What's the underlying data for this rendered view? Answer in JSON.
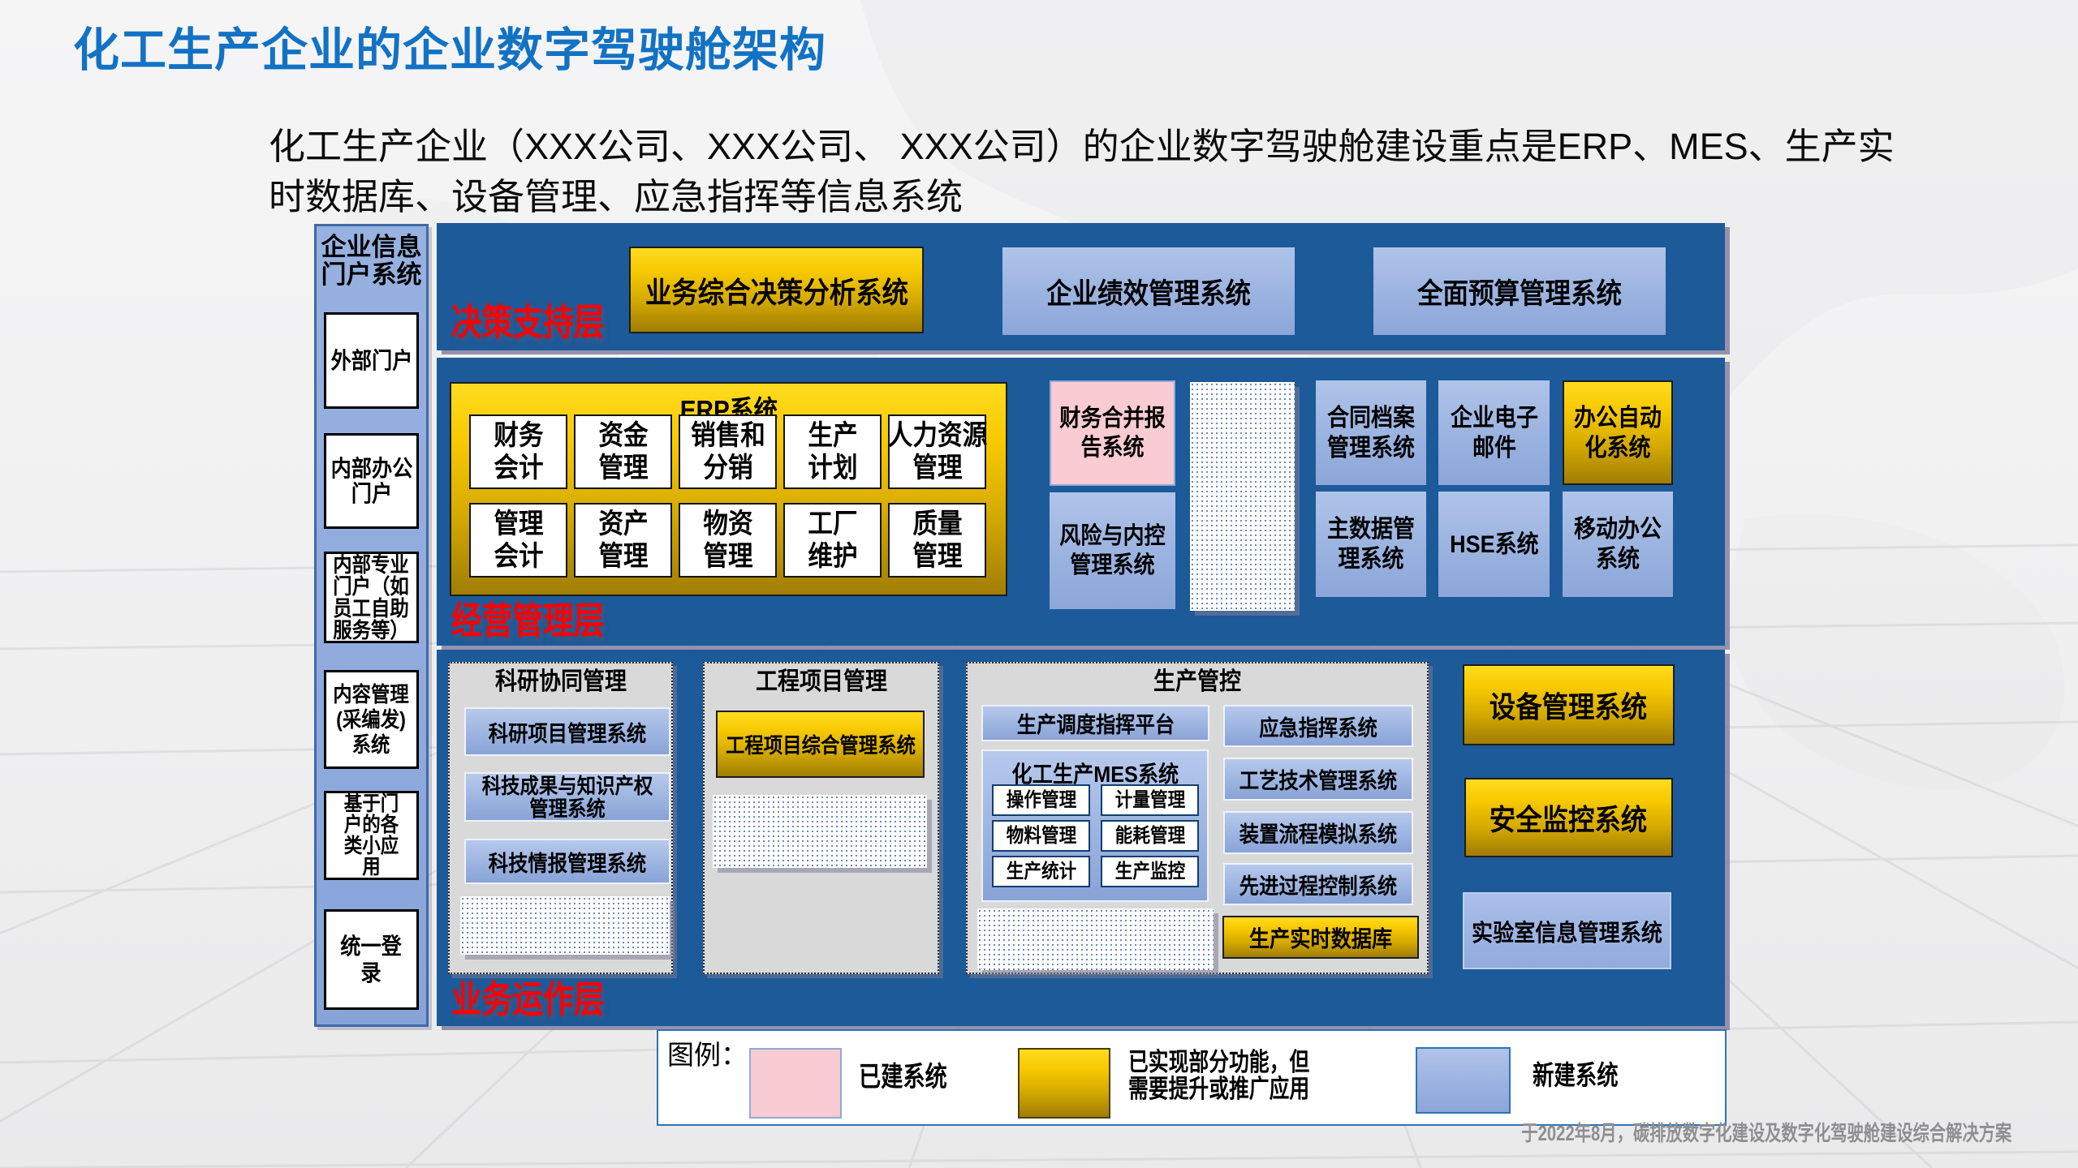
{
  "slide": {
    "title": "化工生产企业的企业数字驾驶舱架构",
    "intro": "化工生产企业（XXX公司、XXX公司、 XXX公司）的企业数字驾驶舱建设重点是ERP、MES、生产实\n时数据库、设备管理、应急指挥等信息系统",
    "footer": "于2022年8月，碳排放数字化建设及数字化驾驶舱建设综合解决方案"
  },
  "portal": {
    "title": "企业信息\n门户系统",
    "items": [
      "外部门户",
      "内部办公\n门户",
      "内部专业\n门户（如\n员工自助\n服务等）",
      "内容管理\n(采编发)\n系统",
      "基于门\n户的各\n类小应\n用",
      "统一登\n录"
    ]
  },
  "layers": {
    "decision": {
      "label": "决策支持层",
      "analysis": "业务综合决策分析系统",
      "performance": "企业绩效管理系统",
      "budget": "全面预算管理系统"
    },
    "management": {
      "label": "经营管理层",
      "erp": {
        "title": "ERP系统",
        "modules": [
          "财务\n会计",
          "资金\n管理",
          "销售和\n分销",
          "生产\n计划",
          "人力资源\n管理",
          "管理\n会计",
          "资产\n管理",
          "物资\n管理",
          "工厂\n维护",
          "质量\n管理"
        ]
      },
      "finance_report": "财务合并报\n告系统",
      "risk": "风险与内控\n管理系统",
      "contract": "合同档案\n管理系统",
      "email": "企业电子\n邮件",
      "oa": "办公自动\n化系统",
      "mdm": "主数据管\n理系统",
      "hse": "HSE系统",
      "mobile": "移动办公\n系统"
    },
    "operation": {
      "label": "业务运作层",
      "research": {
        "title": "科研协同管理",
        "boxes": [
          "科研项目管理系统",
          "科技成果与知识产权\n管理系统",
          "科技情报管理系统"
        ]
      },
      "engineering": {
        "title": "工程项目管理",
        "box": "工程项目综合管理系统"
      },
      "production": {
        "title": "生产管控",
        "dispatch": "生产调度指挥平台",
        "mes": {
          "title": "化工生产MES系统",
          "modules": [
            "操作管理",
            "计量管理",
            "物料管理",
            "能耗管理",
            "生产统计",
            "生产监控"
          ]
        },
        "right": [
          "应急指挥系统",
          "工艺技术管理系统",
          "装置流程模拟系统",
          "先进过程控制系统",
          "生产实时数据库"
        ]
      },
      "equipment": "设备管理系统",
      "safety": "安全监控系统",
      "lims": "实验室信息管理系统"
    }
  },
  "legend": {
    "label": "图例：",
    "items": [
      {
        "text": "已建系统",
        "type": "pink"
      },
      {
        "text": "已实现部分功能，但\n需要提升或推广应用",
        "type": "gold"
      },
      {
        "text": "新建系统",
        "type": "blue"
      }
    ]
  },
  "colors": {
    "title_blue": "#1272c4",
    "band_blue": "#1d5a99",
    "gold_top": "#ffdb20",
    "gold_bottom": "#a07d06",
    "light_blue": "#9db5e1",
    "pink": "#f8ccd2",
    "label_red": "#fe0000",
    "panel_gray": "#d9d9d9"
  }
}
